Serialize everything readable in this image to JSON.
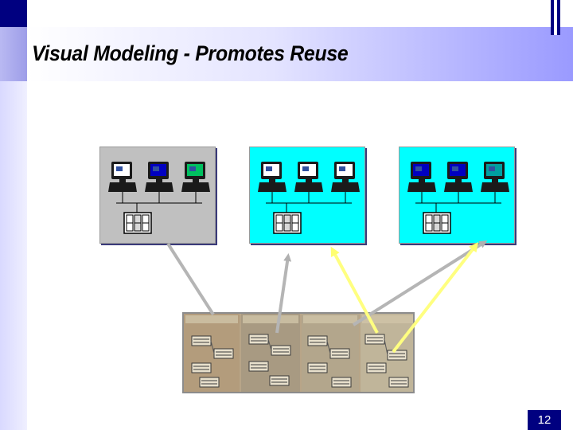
{
  "slide": {
    "title": "Visual Modeling - Promotes Reuse",
    "page_number": "12",
    "colors": {
      "navy": "#000080",
      "panel_gray": "#c0c0c0",
      "panel_cyan": "#00ffff",
      "arrow_gray": "#b0b0b0",
      "arrow_yellow": "#ffff80",
      "diagram_tan": "#b8a588"
    }
  },
  "panels": [
    {
      "name": "gray-network-panel",
      "background": "#c0c0c0"
    },
    {
      "name": "cyan-network-panel-middle",
      "background": "#00ffff"
    },
    {
      "name": "cyan-network-panel-right",
      "background": "#00ffff"
    }
  ]
}
